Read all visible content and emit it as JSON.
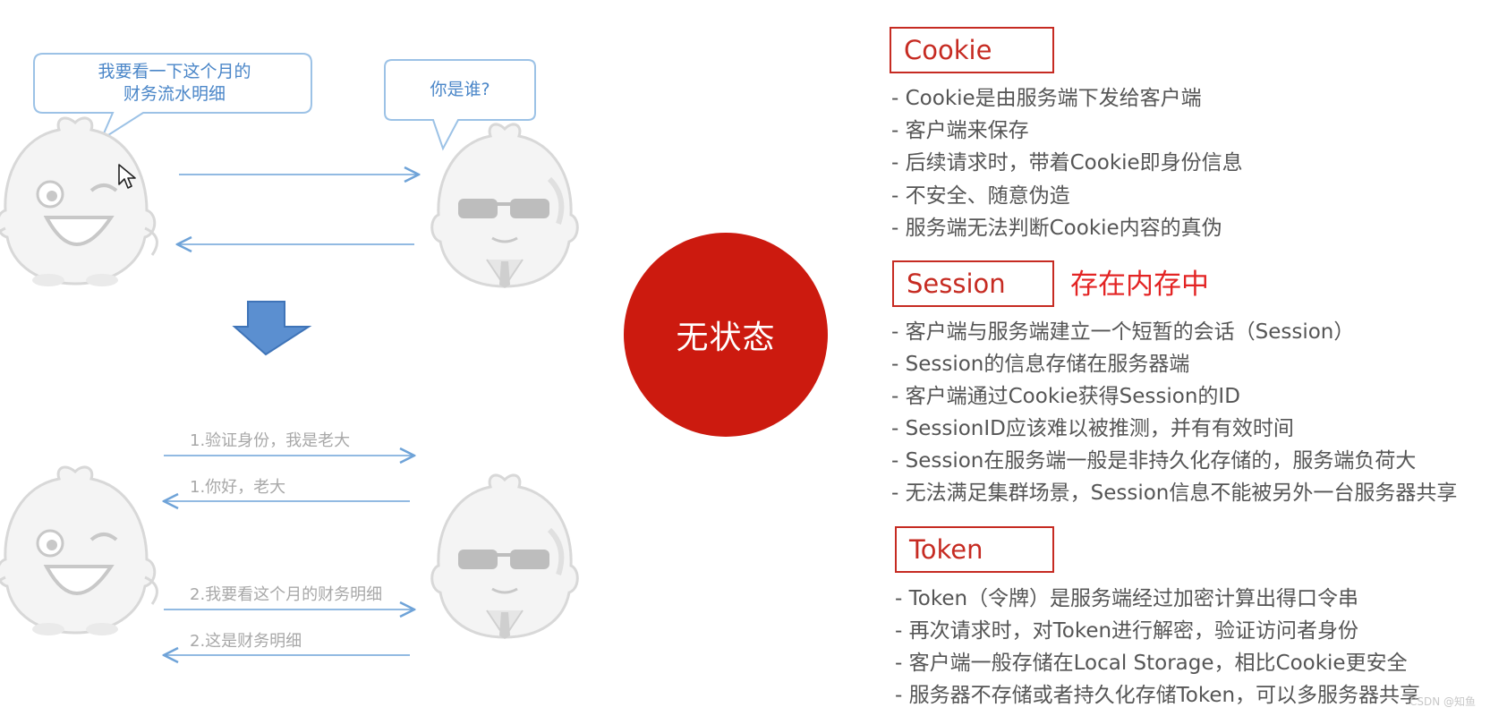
{
  "left_diagram": {
    "bubble_user": "我要看一下这个月的\n财务流水明细",
    "bubble_server": "你是谁?",
    "labels": [
      "1.验证身份，我是老大",
      "1.你好，老大",
      "2.我要看这个月的财务明细",
      "2.这是财务明细"
    ]
  },
  "center": {
    "label": "无状态",
    "color": "#cc1a0f"
  },
  "cookie": {
    "title": "Cookie",
    "items": [
      "- Cookie是由服务端下发给客户端",
      "- 客户端来保存",
      "- 后续请求时，带着Cookie即身份信息",
      "- 不安全、随意伪造",
      "- 服务端无法判断Cookie内容的真伪"
    ]
  },
  "session": {
    "title": "Session",
    "note": "存在内存中",
    "items": [
      "- 客户端与服务端建立一个短暂的会话（Session）",
      "- Session的信息存储在服务器端",
      "- 客户端通过Cookie获得Session的ID",
      "- SessionID应该难以被推测，并有有效时间",
      "- Session在服务端一般是非持久化存储的，服务端负荷大",
      "- 无法满足集群场景，Session信息不能被另外一台服务器共享"
    ]
  },
  "token": {
    "title": "Token",
    "items": [
      "- Token（令牌）是服务端经过加密计算出得口令串",
      "- 再次请求时，对Token进行解密，验证访问者身份",
      "- 客户端一般存储在Local Storage，相比Cookie更安全",
      "- 服务器不存储或者持久化存储Token，可以多服务器共享"
    ]
  },
  "watermark": "CSDN @知鱼"
}
